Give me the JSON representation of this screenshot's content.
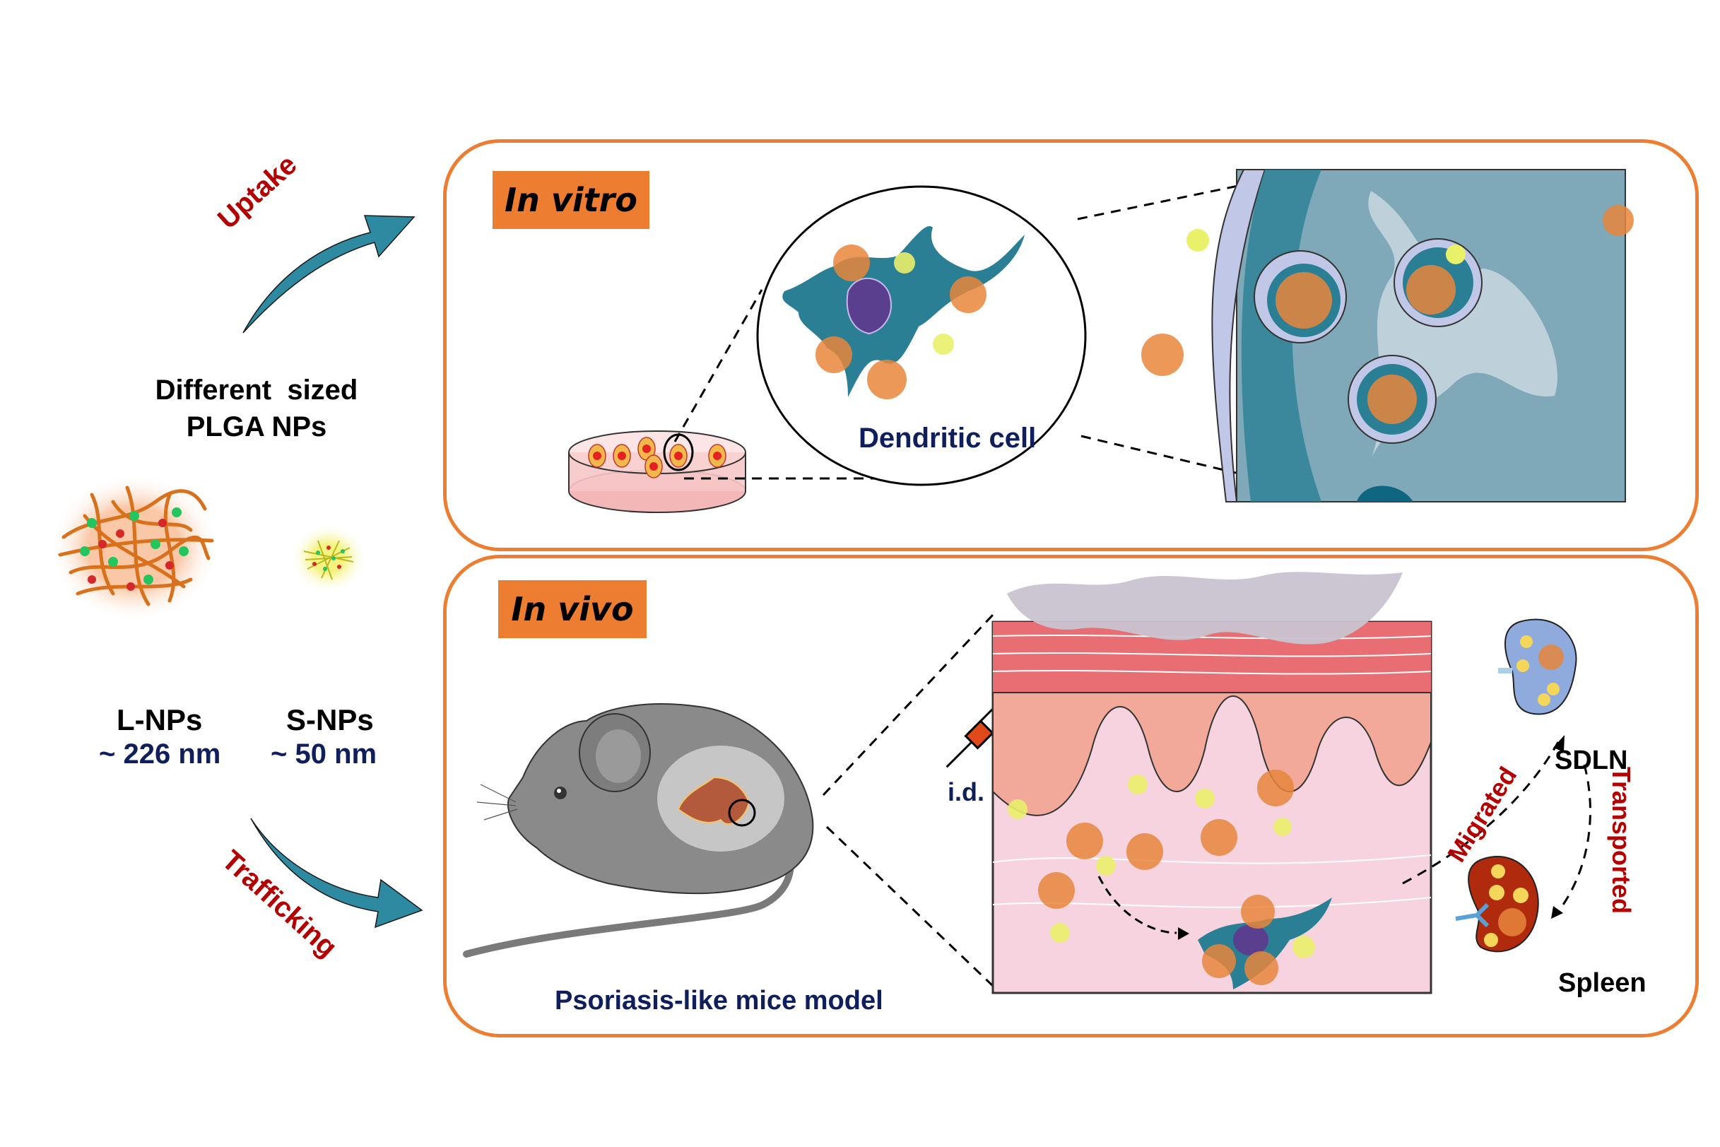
{
  "figure": {
    "left_column": {
      "uptake_label": "Uptake",
      "heading_line1": "Different  sized",
      "heading_line2": "PLGA NPs",
      "large_np": {
        "name": "L-NPs",
        "size": "~ 226 nm"
      },
      "small_np": {
        "name": "S-NPs",
        "size": "~ 50 nm"
      },
      "trafficking_label": "Trafficking"
    },
    "in_vitro_panel": {
      "tag": "In vitro",
      "cell_label": "Dendritic cell"
    },
    "in_vivo_panel": {
      "tag": "In vivo",
      "model_label": "Psoriasis-like mice model",
      "injection_label": "i.d.",
      "migrated_label": "Migrated",
      "transported_label": "Transported",
      "lymph_node_label": "SDLN",
      "spleen_label": "Spleen"
    },
    "colors": {
      "panel_border": "#ed7d31",
      "tag_fill": "#ed7d31",
      "arrow_teal": "#2e8aa0",
      "action_text": "#b30000",
      "label_navy": "#0f1f5c",
      "dendritic_cell": "#2a7f95",
      "nucleus": "#5b3f8f",
      "skin_pink": "#f7d3e0",
      "epidermis": "#ec8a88",
      "lymph_node": "#8faadc",
      "spleen": "#b02a0e"
    }
  }
}
